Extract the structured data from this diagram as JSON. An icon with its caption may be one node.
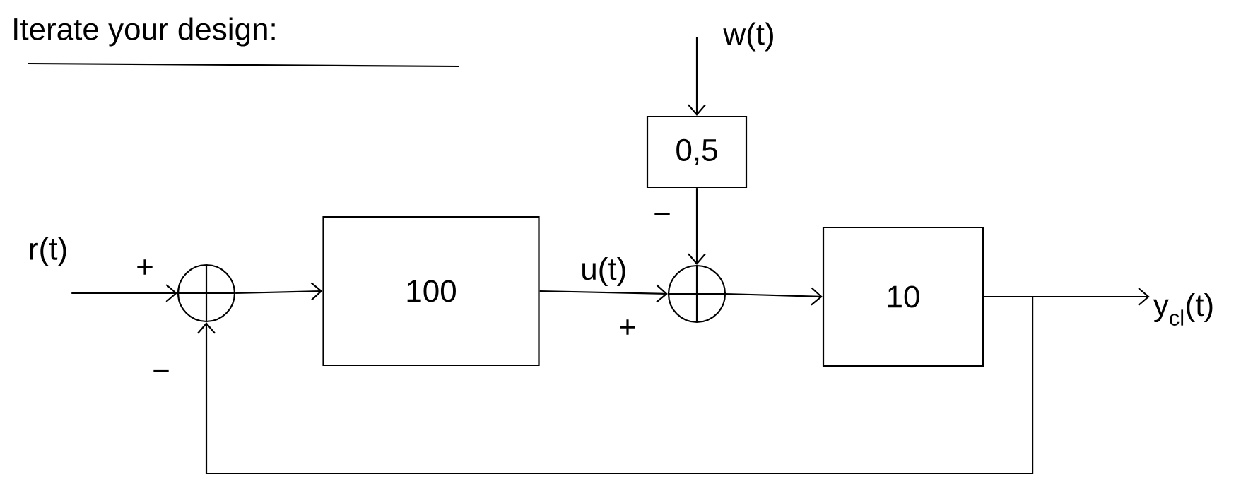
{
  "diagram": {
    "title": "Iterate your design:",
    "nodes": [
      {
        "text": [
          "r(t)"
        ]
      },
      {
        "text": [],
        "shape": "circle"
      },
      {
        "text": [
          "100"
        ]
      },
      {
        "text": [],
        "shape": "circle"
      },
      {
        "text": [
          "0,5"
        ]
      },
      {
        "text": [
          "w(t)"
        ]
      },
      {
        "text": [
          "10"
        ]
      },
      {
        "text": [
          "y$_{cl}$(t)"
        ]
      }
    ],
    "edges": [
      {
        "from": 0,
        "to": 1,
        "arrow": "to"
      },
      {
        "from": 1,
        "to": 2,
        "arrow": "to"
      },
      {
        "from": 2,
        "to": 3,
        "arrow": "to",
        "label": "u(t)"
      },
      {
        "from": 5,
        "to": 4,
        "arrow": "to"
      },
      {
        "from": 4,
        "to": 3,
        "arrow": "to"
      },
      {
        "from": 3,
        "to": 6,
        "arrow": "to"
      },
      {
        "from": 6,
        "to": 7,
        "arrow": "to"
      },
      {
        "from": 6,
        "to": 1,
        "arrow": "to"
      }
    ],
    "labels": [
      "+",
      "−",
      "−",
      "+"
    ]
  }
}
